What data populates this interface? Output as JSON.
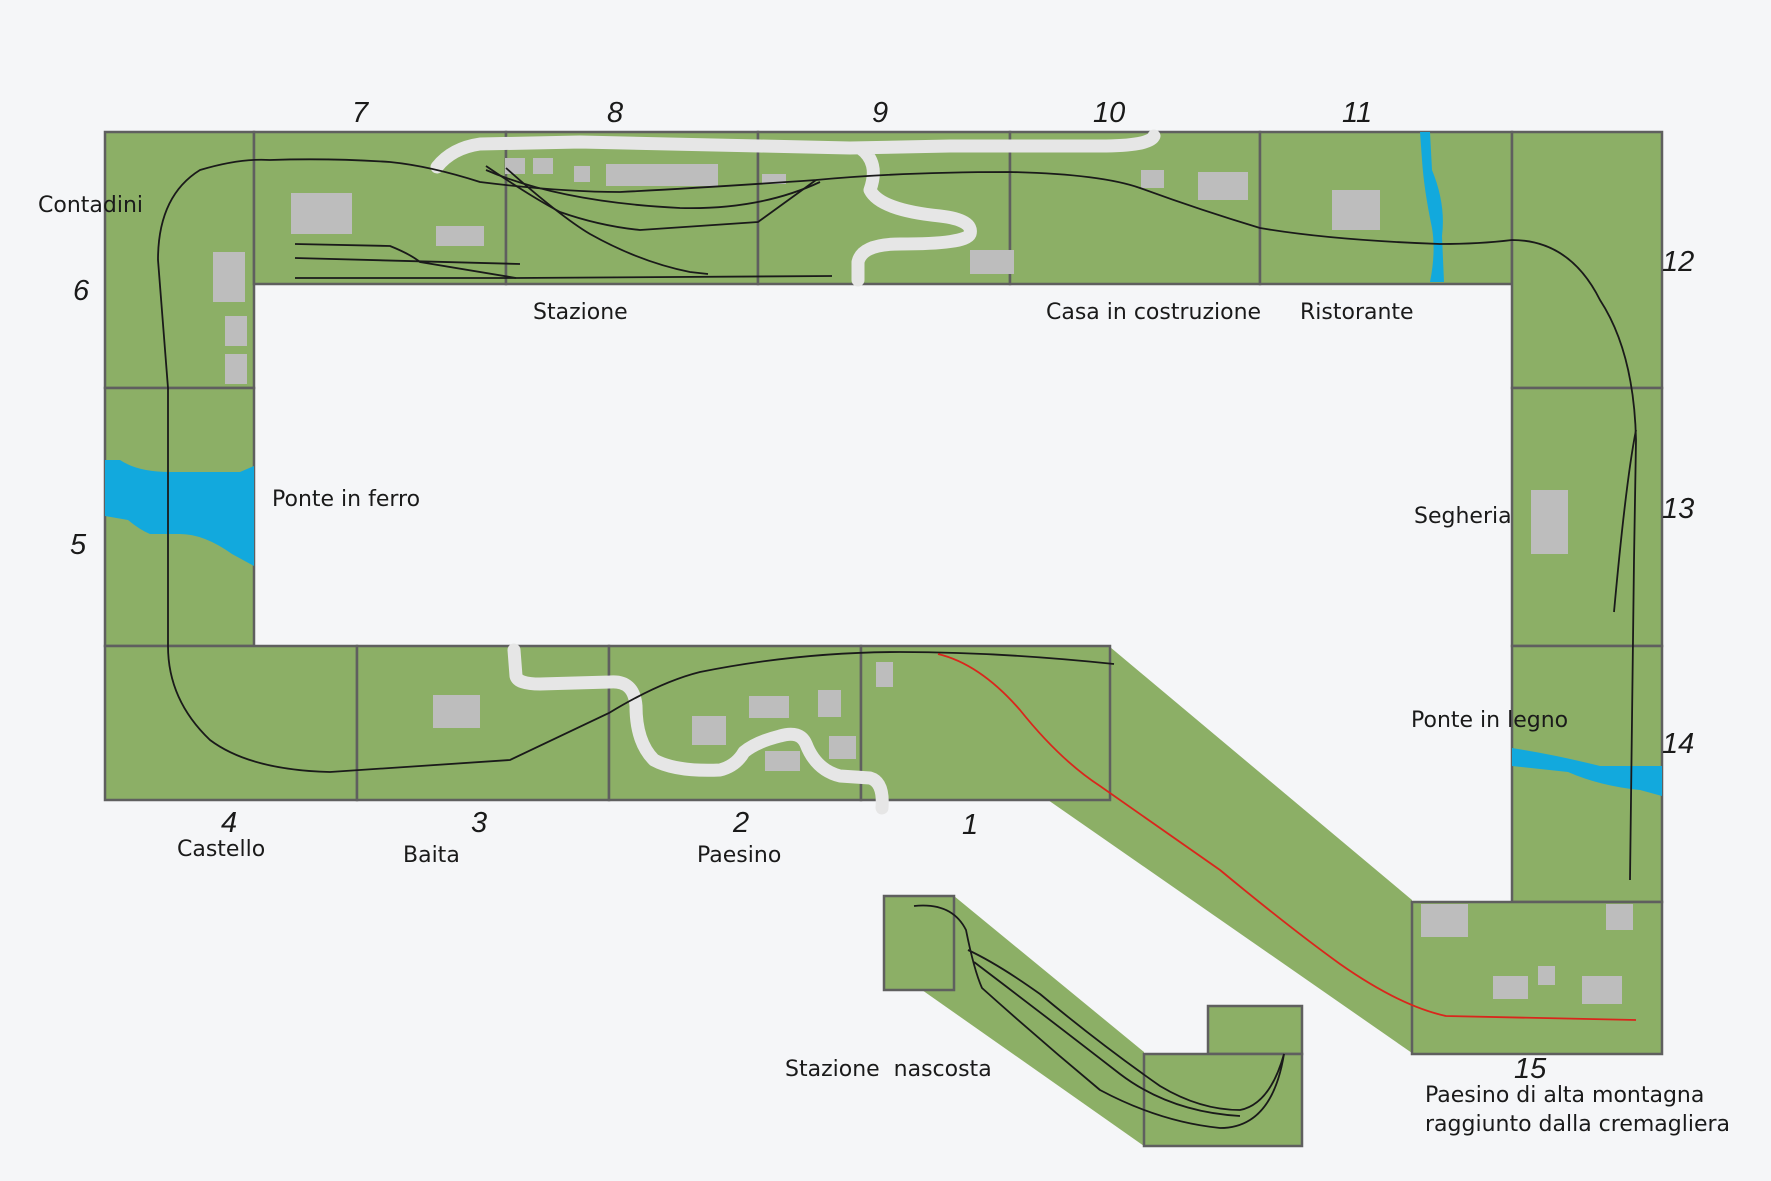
{
  "module_numbers": [
    "1",
    "2",
    "3",
    "4",
    "5",
    "6",
    "7",
    "8",
    "9",
    "10",
    "11",
    "12",
    "13",
    "14",
    "15"
  ],
  "labels": {
    "contadini": "Contadini",
    "stazione": "Stazione",
    "casa": "Casa in costruzione",
    "ristorante": "Ristorante",
    "ponte_ferro": "Ponte in ferro",
    "segheria": "Segheria",
    "ponte_legno": "Ponte in legno",
    "castello": "Castello",
    "baita": "Baita",
    "paesino": "Paesino",
    "stazione_nascosta": "Stazione  nascosta",
    "paesino_alta_1": "Paesino di alta montagna",
    "paesino_alta_2": "raggiunto dalla cremagliera"
  },
  "colors": {
    "terrain": "#8caf66",
    "water": "#12a9dd",
    "road": "#e6e6e6",
    "building": "#bdbdbd",
    "track": "#1a1a1a",
    "rack_railway": "#d9261c",
    "module_border": "#5f5f5f"
  }
}
